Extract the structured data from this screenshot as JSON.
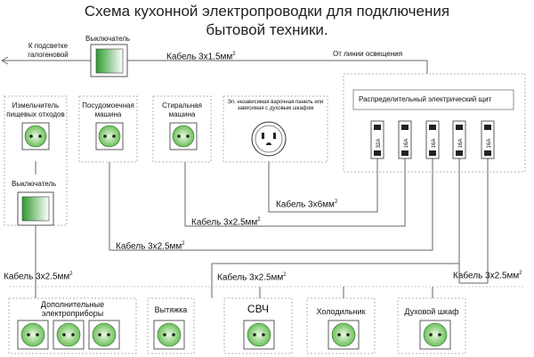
{
  "title": {
    "line1": "Схема кухонной электропроводки для подключения",
    "line2": "бытовой техники."
  },
  "halogen_label": "К подсветке галогеновой",
  "top_switch_label": "Выключатель",
  "top_cable": "Кабель 3х1.5мм",
  "lighting_line_label": "От линии освещения",
  "panel": {
    "label": "Распределительный электрический щит",
    "breakers": [
      "32A",
      "16A",
      "16A",
      "16A",
      "16A"
    ]
  },
  "upper_devices": {
    "disposer": "Измельчитель пищевых отходов",
    "dishwasher": "Посудомоечная машина",
    "washer": "Стиральная машина",
    "hob": "Эл. независимая варочная панель или зависимая с духовым шкафом"
  },
  "side_switch_label": "Выключатель",
  "cables": {
    "c6": "Кабель 3х6мм",
    "c25_washer": "Кабель 3х2.5мм",
    "c25_dishwasher": "Кабель 3х2.5мм",
    "c25_left": "Кабель 3х2.5мм",
    "c25_bottom": "Кабель 3х2.5мм",
    "c25_right": "Кабель 3х2.5мм"
  },
  "bottom_devices": {
    "extra": "Дополнительные электроприборы",
    "hood": "Вытяжка",
    "microwave": "СВЧ",
    "fridge": "Холодильник",
    "oven": "Духовой шкаф"
  },
  "colors": {
    "socket_green": "#8fd17a",
    "switch_green": "#3ea63a",
    "wire": "#666666",
    "box_border": "#b5b5b5"
  }
}
